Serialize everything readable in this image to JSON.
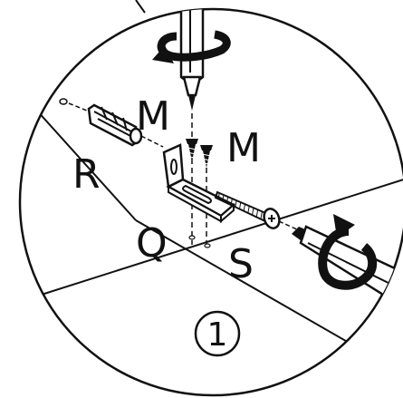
{
  "labels": {
    "m_top": "M",
    "m_right": "M",
    "r": "R",
    "q": "Q",
    "s": "S",
    "step_number": "1"
  },
  "colors": {
    "line": "#111111",
    "background": "#ffffff"
  },
  "icons": {
    "screwdriver": "screwdriver-icon",
    "rotate_arrow": "rotate-arrow-icon",
    "wall_plug": "wall-plug-icon",
    "bracket": "l-bracket-icon",
    "screw": "screw-icon",
    "drill_bit": "drill-bit-icon"
  }
}
